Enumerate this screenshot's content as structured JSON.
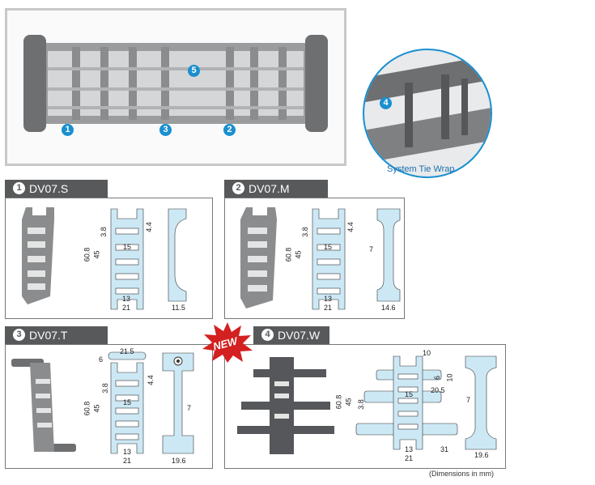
{
  "hero": {
    "callouts": [
      "1",
      "3",
      "2",
      "5"
    ]
  },
  "inset": {
    "callout": "4",
    "label": "System Tie Wrap"
  },
  "panels": [
    {
      "num": "1",
      "title": "DV07.S",
      "dims": {
        "overall_height": "60.8",
        "inner_height": "45",
        "slot_gap": "3.8",
        "top_offset": "4.4",
        "slot_width": "15",
        "inner_width": "13",
        "outer_width": "21",
        "side_width": "11.5"
      }
    },
    {
      "num": "2",
      "title": "DV07.M",
      "dims": {
        "overall_height": "60.8",
        "inner_height": "45",
        "slot_gap": "3.8",
        "top_offset": "4.4",
        "slot_width": "15",
        "inner_width": "13",
        "outer_width": "21",
        "web": "7",
        "side_width": "14.6"
      }
    },
    {
      "num": "3",
      "title": "DV07.T",
      "dims": {
        "top_thickness": "6",
        "top_width": "21.5",
        "overall_height": "60.8",
        "inner_height": "45",
        "slot_gap": "3.8",
        "top_offset": "4.4",
        "slot_width": "15",
        "inner_width": "13",
        "outer_width": "21",
        "web": "7",
        "side_width": "19.6"
      }
    },
    {
      "num": "4",
      "title": "DV07.W",
      "badge": "NEW",
      "dims": {
        "tab_width": "10",
        "arm_thickness": "6",
        "arm_height": "10",
        "arm_length": "20.5",
        "slot_width": "15",
        "slot_gap": "3.8",
        "overall_height": "60.8",
        "inner_height": "45",
        "inner_width": "13",
        "outer_width": "21",
        "long_arm": "31",
        "web": "7",
        "side_width": "19.6"
      }
    }
  ],
  "note": "(Dimensions in mm)",
  "colors": {
    "accent": "#1a8fd0",
    "part_fill": "#cde8f5",
    "tab_bg": "#58595b"
  }
}
